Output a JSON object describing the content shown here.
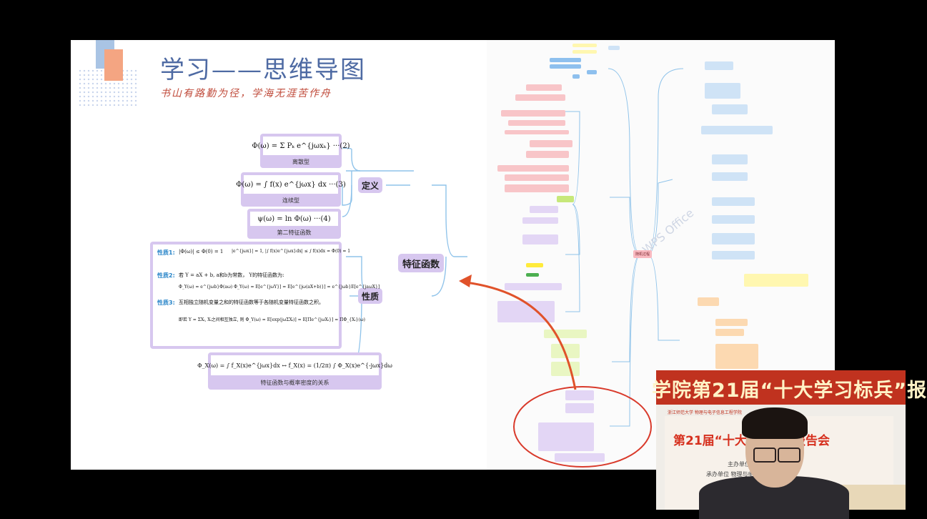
{
  "slide": {
    "title": "学习——思维导图",
    "subtitle": "书山有路勤为径，学海无涯苦作舟"
  },
  "mindmap": {
    "central": "特征函数",
    "branches": [
      {
        "label": "定义"
      },
      {
        "label": "性质"
      }
    ],
    "definition_nodes": [
      {
        "formula": "Φ(ω) = Σ Pₖ e^{jωxₖ}    ···(2)",
        "caption": "离散型"
      },
      {
        "formula": "Φ(ω) = ∫ f(x) e^{jωx} dx    ···(3)",
        "caption": "连续型"
      },
      {
        "formula": "ψ(ω) = ln Φ(ω)    ···(4)",
        "caption": "第二特征函数"
      }
    ],
    "properties": [
      {
        "label": "性质1:",
        "text": "|Φ(ω)| ≤ Φ(0) = 1",
        "extra": "|e^{jωx}| = 1,  |∫ f(x)e^{jωx}dx| ≤ ∫ f(x)dx = Φ(0) = 1"
      },
      {
        "label": "性质2:",
        "text": "若 Y = aX + b, a和b为常数， Y的特征函数为:",
        "extra": "Φ_Y(ω) = e^{jωb}Φ(aω)    Φ_Y(ω) = E[e^{jωY}] = E[e^{jω(aX+b)}] = e^{jωb}E[e^{jaωX}]"
      },
      {
        "label": "性质3:",
        "text": "互相独立随机变量之和的特征函数等于各随机变量特征函数之积。",
        "extra": "即若 Y = ΣXᵢ, Xᵢ之间相互独立,    则 Φ_Y(ω) = E[exp(jωΣXᵢ)] = E[Πe^{jωXᵢ}] = ΠΦ_{Xᵢ}(ω)"
      }
    ],
    "relation": {
      "formula": "Φ_X(ω) = ∫ f_X(x)e^{jωx}dx ↔ f_X(x) = (1/2π) ∫ Φ_X(x)e^{-jωx}dω",
      "caption": "特征函数与概率密度的关系"
    }
  },
  "right_map": {
    "center": "随机过程",
    "watermark": "WPS Office"
  },
  "webcam": {
    "banner": "学院第21届“十大学习标兵”报",
    "institution": "浙江师范大学 物理与电子信息工程学院",
    "poster_main_left": "第21届“十大",
    "poster_main_right": "报告会",
    "host": "主办单位",
    "organizer": "承办单位  物理与电"
  },
  "colors": {
    "node_purple": "#d7c7ef",
    "arrow_red": "#e0522a",
    "title_blue": "#4e6aa3",
    "subtitle_red": "#c04b3b",
    "connector_blue": "#8fc3ea"
  }
}
